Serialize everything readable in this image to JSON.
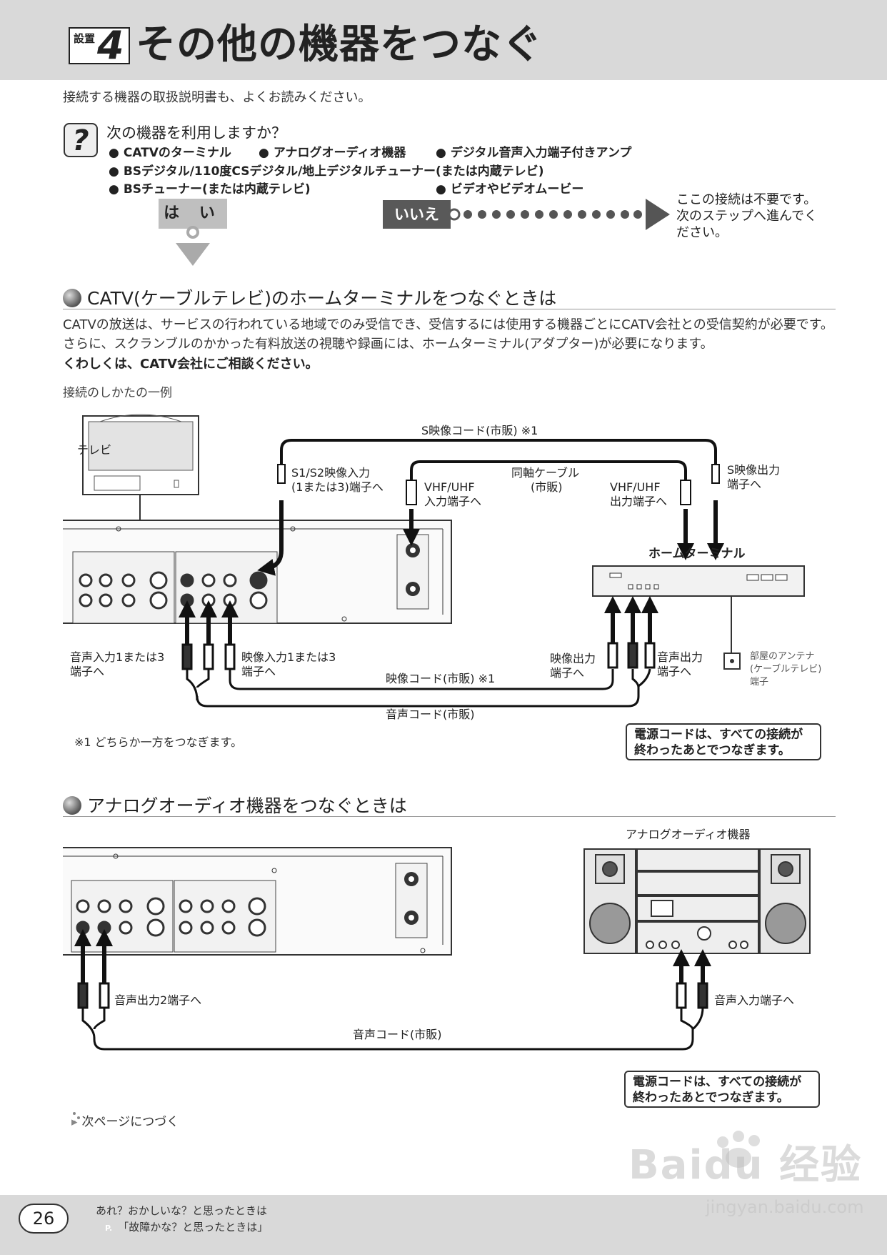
{
  "header": {
    "step_small": "設置",
    "step_number": "4",
    "title": "その他の機器をつなぐ"
  },
  "intro": "接続する機器の取扱説明書も、よくお読みください。",
  "question": {
    "icon": "?",
    "title": "次の機器を利用しますか？",
    "items": [
      "CATVのターミナル",
      "アナログオーディオ機器",
      "デジタル音声入力端子付きアンプ",
      "BSデジタル/110度CSデジタル/地上デジタルチューナー(または内蔵テレビ)",
      "BSチューナー(または内蔵テレビ)",
      "ビデオやビデオムービー"
    ],
    "yes": "は い",
    "no": "いいえ",
    "no_note": "ここの接続は不要です。次のステップへ進んでください。"
  },
  "catv": {
    "heading": "CATV(ケーブルテレビ)のホームターミナルをつなぐときは",
    "para1": "CATVの放送は、サービスの行われている地域でのみ受信でき、受信するには使用する機器ごとにCATV会社との受信契約が必要です。さらに、スクランブルのかかった有料放送の視聴や録画には、ホームターミナル(アダプター)が必要になります。",
    "para_bold": "くわしくは、CATV会社にご相談ください。",
    "example": "接続のしかたの一例",
    "labels": {
      "tv": "テレビ",
      "s_cord": "S映像コード(市販) ※1",
      "s1s2_in_1": "S1/S2映像入力",
      "s1s2_in_2": "(1または3)端子へ",
      "coax_1": "同軸ケーブル",
      "coax_2": "(市販)",
      "vhf_in_1": "VHF/UHF",
      "vhf_in_2": "入力端子へ",
      "vhf_out_1": "VHF/UHF",
      "vhf_out_2": "出力端子へ",
      "s_out_1": "S映像出力",
      "s_out_2": "端子へ",
      "home_terminal": "ホームターミナル",
      "audio_in_1": "音声入力1または3",
      "audio_in_2": "端子へ",
      "video_in_1": "映像入力1または3",
      "video_in_2": "端子へ",
      "video_out_1": "映像出力",
      "video_out_2": "端子へ",
      "audio_out_1": "音声出力",
      "audio_out_2": "端子へ",
      "antenna_1": "部屋のアンテナ",
      "antenna_2": "(ケーブルテレビ)",
      "antenna_3": "端子",
      "video_cord": "映像コード(市販) ※1",
      "audio_cord": "音声コード(市販)"
    },
    "note": "※1  どちらか一方をつなぎます。",
    "power_notice_1": "電源コードは、すべての接続が",
    "power_notice_2": "終わったあとでつなぎます。"
  },
  "analog": {
    "heading": "アナログオーディオ機器をつなぐときは",
    "labels": {
      "device": "アナログオーディオ機器",
      "audio_out2": "音声出力2端子へ",
      "audio_in": "音声入力端子へ",
      "audio_cord": "音声コード(市販)"
    },
    "power_notice_1": "電源コードは、すべての接続が",
    "power_notice_2": "終わったあとでつなぎます。"
  },
  "continue": "次ページにつづく",
  "footer": {
    "page_number": "26",
    "line1": "あれ？おかしいな？と思ったときは",
    "line2_icon": "P.",
    "line2": "「故障かな？と思ったときは」"
  },
  "watermark": {
    "logo": "Baidu 经验",
    "url": "jingyan.baidu.com"
  }
}
